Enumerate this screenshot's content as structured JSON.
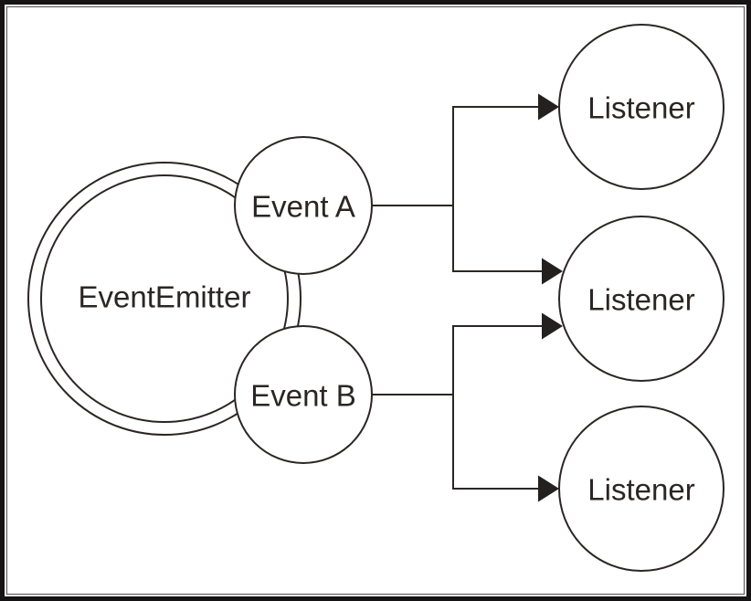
{
  "diagram": {
    "emitter": {
      "label": "EventEmitter"
    },
    "events": [
      {
        "label": "Event A"
      },
      {
        "label": "Event B"
      }
    ],
    "listeners": [
      {
        "label": "Listener"
      },
      {
        "label": "Listener"
      },
      {
        "label": "Listener"
      }
    ],
    "colors": {
      "stroke": "#2b2624",
      "text": "#2b2624",
      "arrow": "#242020",
      "background": "#ffffff",
      "frame": "#151313",
      "inner_frame": "#565050"
    }
  }
}
